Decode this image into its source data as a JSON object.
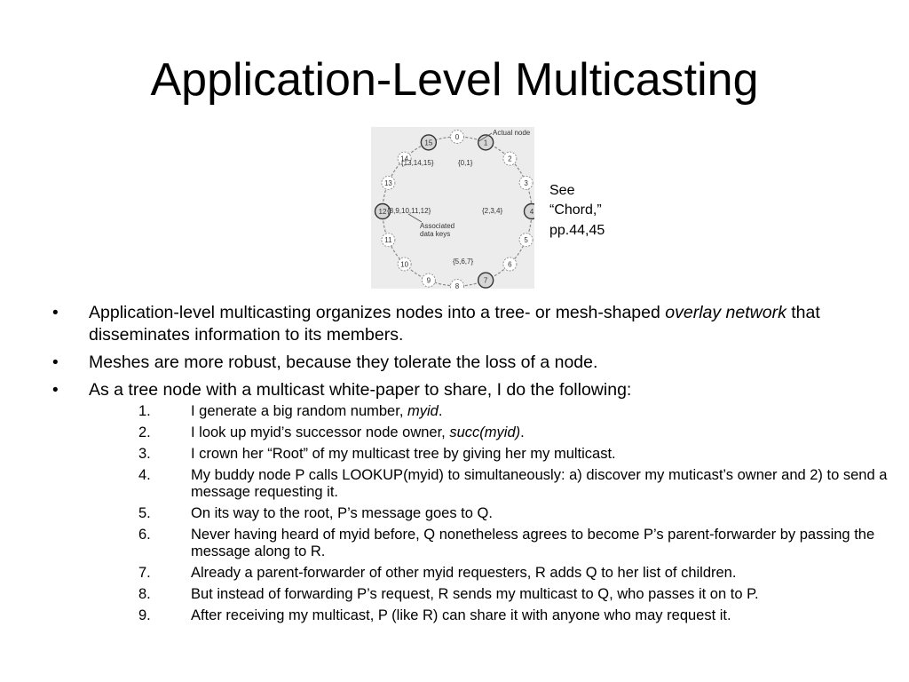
{
  "title": "Application-Level Multicasting",
  "figure": {
    "actual_node_label": "Actual node",
    "associated_label_line1": "Associated",
    "associated_label_line2": "data keys",
    "nodes": [
      {
        "id": "0",
        "actual": false
      },
      {
        "id": "1",
        "actual": true
      },
      {
        "id": "2",
        "actual": false
      },
      {
        "id": "3",
        "actual": false
      },
      {
        "id": "4",
        "actual": true
      },
      {
        "id": "5",
        "actual": false
      },
      {
        "id": "6",
        "actual": false
      },
      {
        "id": "7",
        "actual": true
      },
      {
        "id": "8",
        "actual": false
      },
      {
        "id": "9",
        "actual": false
      },
      {
        "id": "10",
        "actual": false
      },
      {
        "id": "11",
        "actual": false
      },
      {
        "id": "12",
        "actual": true
      },
      {
        "id": "13",
        "actual": false
      },
      {
        "id": "14",
        "actual": false
      },
      {
        "id": "15",
        "actual": true
      }
    ],
    "key_sets": [
      {
        "label": "{13,14,15}"
      },
      {
        "label": "{0,1}"
      },
      {
        "label": "{8,9,10,11,12}"
      },
      {
        "label": "{2,3,4}"
      },
      {
        "label": "{5,6,7}"
      }
    ]
  },
  "see_note": [
    "See",
    "“Chord,”",
    "pp.44,45"
  ],
  "bullets": [
    {
      "pre": "Application-level multicasting organizes nodes into a tree- or mesh-shaped ",
      "em": "overlay network",
      "post": " that disseminates information to its members."
    },
    {
      "pre": "Meshes are more robust, because they tolerate the loss of a node.",
      "em": "",
      "post": ""
    },
    {
      "pre": "As a tree node with a multicast white-paper to share, I do the following:",
      "em": "",
      "post": ""
    }
  ],
  "steps": [
    {
      "num": "1.",
      "pre": "I generate a big random number, ",
      "em": "myid",
      "post": "."
    },
    {
      "num": "2.",
      "pre": "I look up myid’s successor node owner, ",
      "em": "succ(myid)",
      "post": "."
    },
    {
      "num": "3.",
      "pre": "I crown her “Root” of my multicast tree by giving her my multicast.",
      "em": "",
      "post": ""
    },
    {
      "num": "4.",
      "pre": "My buddy node P calls LOOKUP(myid) to simultaneously: a) discover my muticast’s owner and 2) to send a message requesting it.",
      "em": "",
      "post": ""
    },
    {
      "num": "5.",
      "pre": "On its way to the root, P’s message goes to Q.",
      "em": "",
      "post": ""
    },
    {
      "num": "6.",
      "pre": "Never having heard of myid before, Q nonetheless agrees to become P’s parent-forwarder by passing the message along to R.",
      "em": "",
      "post": ""
    },
    {
      "num": "7.",
      "pre": "Already a parent-forwarder of other myid requesters, R adds Q to her list of children.",
      "em": "",
      "post": ""
    },
    {
      "num": "8.",
      "pre": "But instead of forwarding P’s request, R sends my multicast to Q, who passes it on to P.",
      "em": "",
      "post": ""
    },
    {
      "num": "9.",
      "pre": "After receiving my multicast, P (like R) can share it with anyone who may request it.",
      "em": "",
      "post": ""
    }
  ],
  "bullet_glyph": "•"
}
